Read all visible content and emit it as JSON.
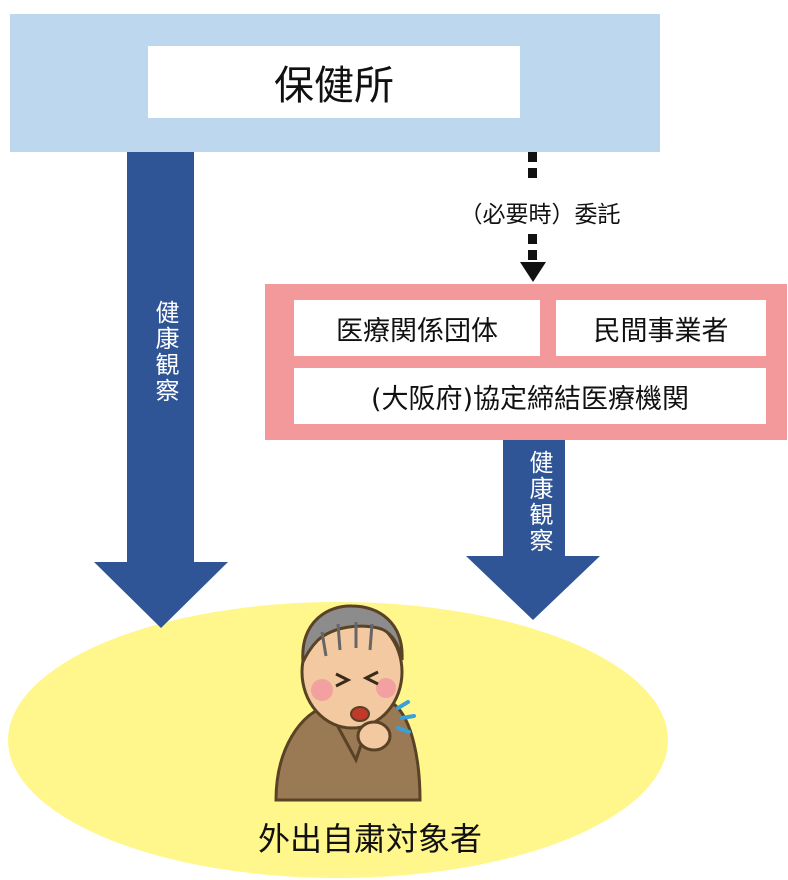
{
  "health_center": {
    "label": "保健所"
  },
  "consignment": {
    "label": "（必要時）委託"
  },
  "contractors": {
    "org1": "医療関係団体",
    "org2": "民間事業者",
    "org3": "(大阪府)協定締結医療機関"
  },
  "observation": {
    "left_label": "健康観察",
    "right_label": "健康観察"
  },
  "target": {
    "label": "外出自粛対象者"
  },
  "colors": {
    "health_center_band": "#bdd7ee",
    "contractor_band": "#f4999b",
    "arrow_blue": "#2f5597",
    "target_ellipse": "#fff68c"
  },
  "icons": {
    "person": "coughing-elderly-man-icon"
  }
}
